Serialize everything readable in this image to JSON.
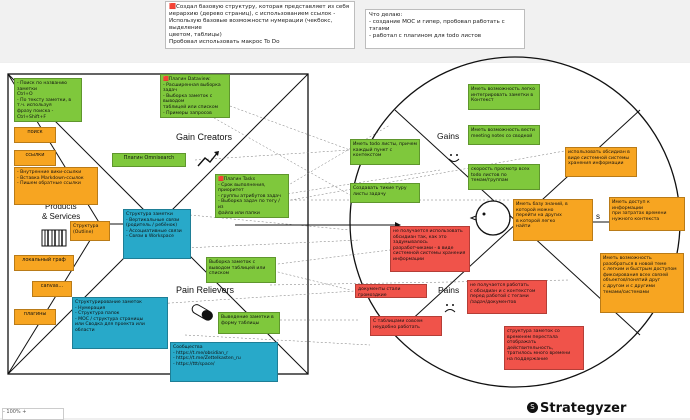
{
  "top_notes": {
    "left": [
      "🟥Создал базовую структуру, которая представляет из себя",
      "иерархию (дерево страниц), с использованием ссылок -",
      "Использую базовые возможности нумерации (чекбокс, выделение",
      "цветом, таблицы)",
      "Пробовал использовать макрос To Do"
    ],
    "right": [
      "Что делаю:",
      "- создание МОС и гипер, пробовал работать с тэгами",
      "- работал с плагином для todo листов"
    ]
  },
  "headers": {
    "gain_creators": "Gain Creators",
    "products": "Products",
    "services": "& Services",
    "pain_relievers": "Pain Relievers",
    "gains": "Gains",
    "pains": "Pains",
    "jobs": "s"
  },
  "stickies": {
    "s_search_top": [
      "- Поиск по названию заметки",
      "Ctrl+O",
      "- По тексту заметки, в т.ч. используя",
      "фразу поиска - Ctrl+Shift+F"
    ],
    "s_dataview": [
      "🟥Плагин Dataview:",
      "- Расширенная выборка задач",
      "- Выборка заметок с выводом",
      "таблицей или списком",
      "- Примеры запросов"
    ],
    "s_poisk": [
      "поиск"
    ],
    "s_links": [
      "ссылки"
    ],
    "s_links_list": [
      "- Внутренние вики-ссылки",
      "- Вставка Markdown-ссылок",
      "- Пишем обратные ссылки"
    ],
    "s_omnisearch": [
      "Плагин Omnisearch"
    ],
    "s_tasks": [
      "🟥Плагин Tasks",
      "- Срок выполнения, приоритет",
      "- группы атрибутов задач",
      "- Выборка задач по тегу / из",
      "файла или папки"
    ],
    "s_structure_b": [
      "Структура заметки"
    ],
    "s_tree": [
      "- Вертикальные связи",
      "(родитель / ребёнок)",
      "- Ассоциативные связи",
      "- Связи в Workspace"
    ],
    "s_outline": [
      "Структура",
      "(Outline)"
    ],
    "s_graph": [
      "локальный граф"
    ],
    "s_canvas": [
      "canvas..."
    ],
    "s_plugins": [
      "плагины"
    ],
    "s_selection": [
      "Выборка заметок с",
      "выводом таблицей или",
      "списком"
    ],
    "s_struct_notes": [
      "Структурирование заметок",
      "- Нумерация",
      "- Структура папок",
      "- MOC / структура страницы",
      "или Сводка для проекта или",
      "области"
    ],
    "s_table_view": [
      "Выведение заметки в",
      "форму таблицы"
    ],
    "s_communities": [
      "Сообщества",
      "- https://t.me/obsidian_r",
      "- https://t.me/Zettelkasten_ru",
      "- https://ttt/space/"
    ],
    "s_todo": [
      "Иметь todo листы, причем",
      "каждый пункт с",
      "контекстом"
    ],
    "s_task_type": [
      "Создавать тикие туру",
      "листы задачу"
    ],
    "s_integrate": [
      "Иметь возможность легко",
      "интегрировать заметки в",
      "Контекст"
    ],
    "s_meeting": [
      "Иметь возможность вести",
      "meeting notes со сводкой"
    ],
    "s_quick_find": [
      "скорость просмотр всех",
      "todo листов по",
      "темам/группам"
    ],
    "s_overview": [
      "использовать обсидиан в",
      "виде системной системы",
      "хранения информации"
    ],
    "s_base": [
      "Иметь базу знаний, в",
      "которой можно",
      "перейти на других",
      "в которой легко",
      "найти"
    ],
    "s_purpose": [
      "Иметь доступ к информации",
      "при затратах времени",
      "нужного контекста"
    ],
    "s_lost": [
      "не получается использовать",
      "обсидиан так, как это",
      "задумывалось",
      "разработчиками - в виде",
      "системной системы хранения",
      "информации"
    ],
    "s_docs_hard": [
      "документы стали громоздкие"
    ],
    "s_cant_work": [
      "не получается работать",
      "с обсидиан и с контекстом",
      "перед работой с тегами",
      "/задач/документов"
    ],
    "s_tables_slow": [
      "С таблицами совсем",
      "неудобно работать"
    ],
    "s_time": [
      "структура заметок со",
      "временем перестала",
      "отображать",
      "действительность,",
      "тратилось много времени",
      "на поддержание"
    ],
    "s_base2": [
      "Иметь возможность",
      "разобраться в новой теме",
      "с легким и быстрым доступом",
      "фиксирования всех связей",
      "объектов/понятий друг",
      "с другом и с другими",
      "темами/системами"
    ]
  },
  "brand": {
    "name": "Strategyzer",
    "mark": "S"
  },
  "zoom_bar": {
    "label": "- 100% +"
  }
}
